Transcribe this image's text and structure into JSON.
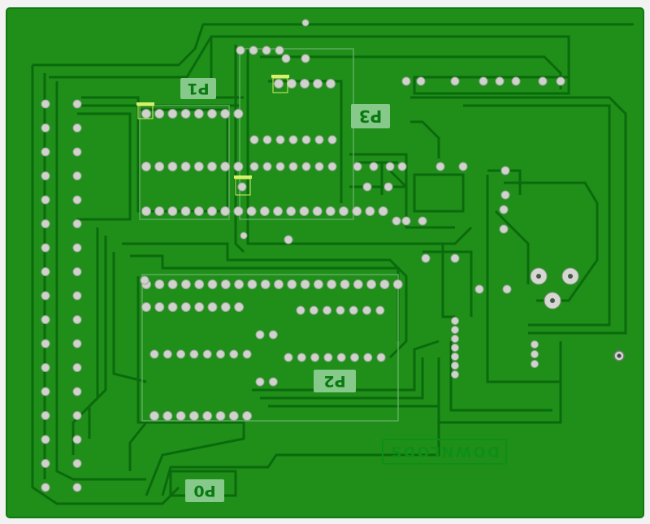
{
  "board": {
    "substrate_color": "#1f8f1a",
    "edge_color": "#0f7a10",
    "copper_trace_color": "#0a6a0c",
    "pad_color": "#cfd3cc",
    "label_background": "#86c98a",
    "label_text_color": "#0a7a10"
  },
  "labels": {
    "p0": "P0",
    "p1": "P1",
    "p2": "P2",
    "p3": "P3",
    "brand": "DOWNLODS"
  }
}
